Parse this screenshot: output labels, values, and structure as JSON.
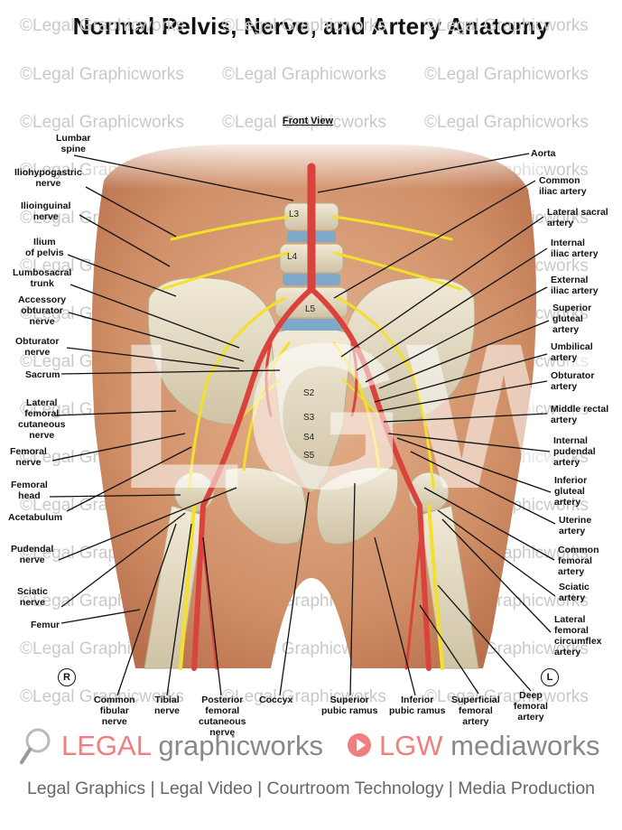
{
  "title": "Normal Pelvis, Nerve, and Artery Anatomy",
  "subtitle": "Front View",
  "watermark": "©Legal Graphicworks",
  "vertebrae": [
    "L3",
    "L4",
    "L5",
    "S2",
    "S3",
    "S4",
    "S5"
  ],
  "markers": {
    "right": "R",
    "left": "L"
  },
  "labels_left": [
    {
      "id": "lumbar-spine",
      "text": "Lumbar\nspine"
    },
    {
      "id": "iliohypogastric-nerve",
      "text": "Iliohypogastric\nnerve"
    },
    {
      "id": "ilioinguinal-nerve",
      "text": "Ilioinguinal\nnerve"
    },
    {
      "id": "ilium-of-pelvis",
      "text": "Ilium\nof pelvis"
    },
    {
      "id": "lumbosacral-trunk",
      "text": "Lumbosacral\ntrunk"
    },
    {
      "id": "accessory-obturator-nerve",
      "text": "Accessory\nobturator\nnerve"
    },
    {
      "id": "obturator-nerve",
      "text": "Obturator\nnerve"
    },
    {
      "id": "sacrum",
      "text": "Sacrum"
    },
    {
      "id": "lateral-femoral-cutaneous-nerve",
      "text": "Lateral\nfemoral\ncutaneous\nnerve"
    },
    {
      "id": "femoral-nerve",
      "text": "Femoral\nnerve"
    },
    {
      "id": "femoral-head",
      "text": "Femoral\nhead"
    },
    {
      "id": "acetabulum",
      "text": "Acetabulum"
    },
    {
      "id": "pudendal-nerve",
      "text": "Pudendal\nnerve"
    },
    {
      "id": "sciatic-nerve-left",
      "text": "Sciatic\nnerve"
    },
    {
      "id": "femur",
      "text": "Femur"
    }
  ],
  "labels_right": [
    {
      "id": "aorta",
      "text": "Aorta"
    },
    {
      "id": "common-iliac-artery",
      "text": "Common\niliac artery"
    },
    {
      "id": "lateral-sacral-artery",
      "text": "Lateral sacral\nartery"
    },
    {
      "id": "internal-iliac-artery",
      "text": "Internal\niliac artery"
    },
    {
      "id": "external-iliac-artery",
      "text": "External\niliac artery"
    },
    {
      "id": "superior-gluteal-artery",
      "text": "Superior\ngluteal\nartery"
    },
    {
      "id": "umbilical-artery",
      "text": "Umbilical\nartery"
    },
    {
      "id": "obturator-artery",
      "text": "Obturator\nartery"
    },
    {
      "id": "middle-rectal-artery",
      "text": "Middle rectal\nartery"
    },
    {
      "id": "internal-pudendal-artery",
      "text": "Internal\npudendal\nartery"
    },
    {
      "id": "inferior-gluteal-artery",
      "text": "Inferior\ngluteal\nartery"
    },
    {
      "id": "uterine-artery",
      "text": "Uterine\nartery"
    },
    {
      "id": "common-femoral-artery",
      "text": "Common\nfemoral\nartery"
    },
    {
      "id": "sciatic-artery",
      "text": "Sciatic\nartery"
    },
    {
      "id": "lateral-femoral-circumflex-artery",
      "text": "Lateral\nfemoral\ncircumflex\nartery"
    }
  ],
  "labels_bottom": [
    {
      "id": "common-fibular-nerve",
      "text": "Common\nfibular\nnerve"
    },
    {
      "id": "tibial-nerve",
      "text": "Tibial\nnerve"
    },
    {
      "id": "posterior-femoral-cutaneous-nerve",
      "text": "Posterior\nfemoral\ncutaneous\nnerve"
    },
    {
      "id": "coccyx",
      "text": "Coccyx"
    },
    {
      "id": "superior-pubic-ramus",
      "text": "Superior\npubic ramus"
    },
    {
      "id": "inferior-pubic-ramus",
      "text": "Inferior\npubic ramus"
    },
    {
      "id": "superficial-femoral-artery",
      "text": "Superficial\nfemoral\nartery"
    },
    {
      "id": "deep-femoral-artery",
      "text": "Deep\nfemoral\nartery"
    }
  ],
  "footer": {
    "legal": "LEGAL",
    "graphicworks": " graphicworks",
    "lgw": "LGW",
    "mediaworks": " mediaworks",
    "tagline": "Legal Graphics | Legal Video | Courtroom Technology | Media Production"
  },
  "colors": {
    "artery": "#d9433b",
    "nerve": "#f2e02a",
    "bone": "#e8e0cc",
    "skin": "#d9a07a",
    "brand_accent": "#f08080"
  }
}
